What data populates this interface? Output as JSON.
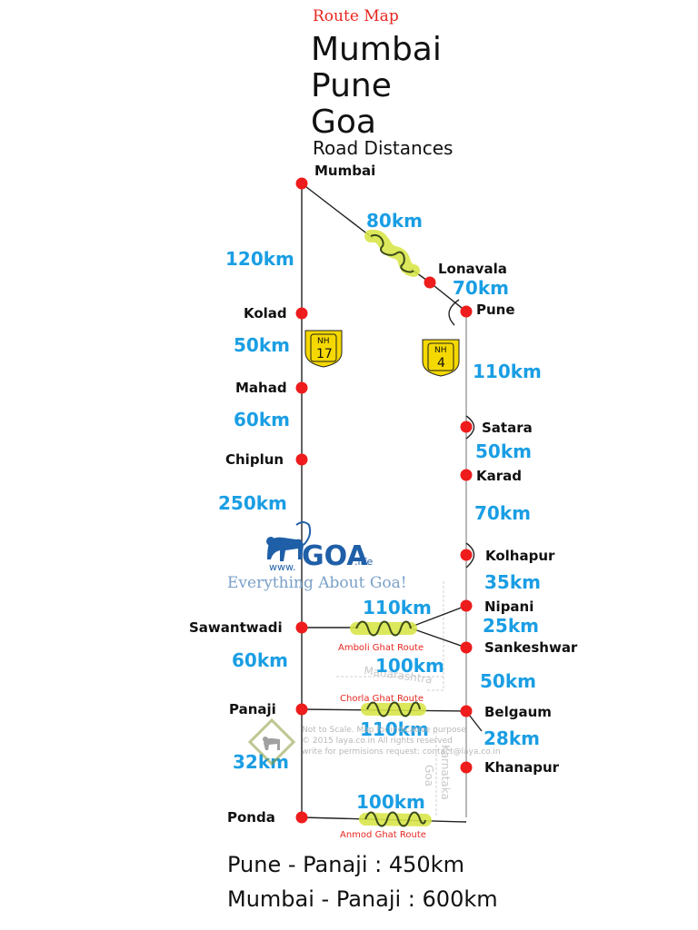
{
  "header": {
    "route_map": "Route Map",
    "line1": "Mumbai",
    "line2": "Pune",
    "line3": "Goa",
    "subtitle": "Road Distances"
  },
  "cities": {
    "mumbai": "Mumbai",
    "lonavala": "Lonavala",
    "pune": "Pune",
    "kolad": "Kolad",
    "mahad": "Mahad",
    "chiplun": "Chiplun",
    "satara": "Satara",
    "karad": "Karad",
    "kolhapur": "Kolhapur",
    "nipani": "Nipani",
    "sankeshwar": "Sankeshwar",
    "sawantwadi": "Sawantwadi",
    "panaji": "Panaji",
    "belgaum": "Belgaum",
    "khanapur": "Khanapur",
    "ponda": "Ponda"
  },
  "distances": {
    "mumbai_lonavala": "80km",
    "mumbai_kolad": "120km",
    "lonavala_pune": "70km",
    "kolad_mahad": "50km",
    "pune_satara": "110km",
    "mahad_chiplun": "60km",
    "satara_karad": "50km",
    "chiplun_sawantwadi": "250km",
    "karad_kolhapur": "70km",
    "kolhapur_nipani": "35km",
    "nipani_sawantwadi": "110km",
    "nipani_sankeshwar": "25km",
    "sankeshwar_sawantwadi": "100km",
    "sawantwadi_panaji": "60km",
    "sankeshwar_belgaum": "50km",
    "belgaum_panaji": "110km",
    "belgaum_khanapur": "28km",
    "panaji_ponda": "32km",
    "khanapur_ponda": "100km"
  },
  "highways": {
    "nh17": {
      "label": "NH",
      "number": "17"
    },
    "nh4": {
      "label": "NH",
      "number": "4"
    }
  },
  "ghats": {
    "amboli": "Amboli Ghat Route",
    "chorla": "Chorla Ghat Route",
    "anmod": "Anmod Ghat Route"
  },
  "states": {
    "maharashtra": "Maharashtra",
    "karnataka": "Karnataka",
    "goa": "Goa"
  },
  "watermark": {
    "logo_prefix": "www.",
    "logo_main": "GOA",
    "logo_suffix": ".life",
    "tagline": "Everything About Goa!",
    "note1": "Not to Scale. Map for indicative purpose",
    "note2": "© 2015 laya.co.in  All rights reserved",
    "note3": "write for permisions request: contact@laya.co.in"
  },
  "summary": {
    "line1": "Pune - Panaji  : 450km",
    "line2": "Mumbai - Panaji : 600km"
  },
  "colors": {
    "city_dot": "#ee1c1c",
    "distance_text": "#1a9ee4",
    "ghat_highlight": "#d8e64a",
    "ghat_label": "#e8261f",
    "highway_shield": "#f5d800"
  }
}
